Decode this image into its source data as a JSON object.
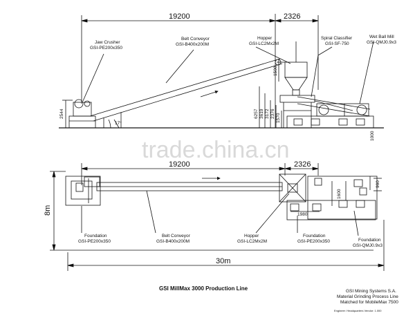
{
  "watermark": "trade.china.cn",
  "title": "GSI MillMax 3000 Production Line",
  "company": {
    "line1": "GSI Mining Systems S.A.",
    "line2": "Material Grinding Process Line",
    "line3": "Matched for MobileMax 7500",
    "footnote": "Engineer: Headquarters Vendor: 1.000"
  },
  "elevation": {
    "dim_total": "19200",
    "dim_right": "2326",
    "jaw_crusher": {
      "name": "Jaw Crusher",
      "model": "GSI-PE200x350"
    },
    "belt_conveyor": {
      "name": "Belt Conveyor",
      "model": "GSI-B400x200M"
    },
    "hopper": {
      "name": "Hopper",
      "model": "GSI-LC2Mx2M"
    },
    "classifier": {
      "name": "Spiral Classifier",
      "model": "GSI-SF-750"
    },
    "mill": {
      "name": "Wet Ball Mill",
      "model": "GSI-QMJ0.9x3"
    },
    "heights": [
      "2544",
      "1500",
      "6257",
      "3619",
      "3172",
      "2376",
      "1570"
    ],
    "angle": "17°",
    "side_1000": "1000"
  },
  "plan": {
    "dim_total": "19200",
    "dim_right": "2326",
    "width": "8m",
    "length": "30m",
    "dim_1980": "1980",
    "dim_1600": "1600",
    "dim_960": "960",
    "foundation_crusher": {
      "name": "Foundation",
      "model": "GSI-PE200x350"
    },
    "belt_conveyor": {
      "name": "Belt Conveyor",
      "model": "GSI-B400x200M"
    },
    "hopper": {
      "name": "Hopper",
      "model": "GSI-LC2Mx2M"
    },
    "foundation_mid": {
      "name": "Foundation",
      "model": "GSI-PE200x350"
    },
    "foundation_mill": {
      "name": "Foundation",
      "model": "GSI-QMJ0.9x3"
    }
  }
}
